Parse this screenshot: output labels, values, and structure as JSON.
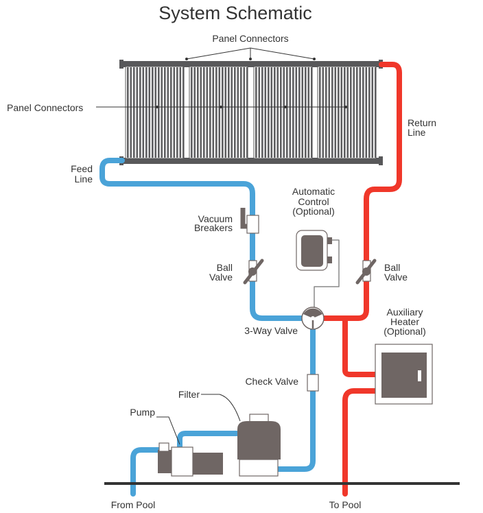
{
  "title": "System Schematic",
  "labels": {
    "panel_connectors_top": "Panel Connectors",
    "panel_connectors_left": "Panel Connectors",
    "return_line": [
      "Return",
      "Line"
    ],
    "feed_line": [
      "Feed",
      "Line"
    ],
    "automatic_control": [
      "Automatic",
      "Control",
      "(Optional)"
    ],
    "vacuum_breakers": [
      "Vacuum",
      "Breakers"
    ],
    "ball_valve_left": [
      "Ball",
      "Valve"
    ],
    "ball_valve_right": [
      "Ball",
      "Valve"
    ],
    "three_way_valve": "3-Way Valve",
    "auxiliary_heater": [
      "Auxiliary",
      "Heater",
      "(Optional)"
    ],
    "check_valve": "Check Valve",
    "filter": "Filter",
    "pump": "Pump",
    "from_pool": "From Pool",
    "to_pool": "To Pool"
  },
  "colors": {
    "cold_line": "#4aa3d8",
    "hot_line": "#f0372a",
    "equipment": "#6f6664",
    "panel": "#58585a",
    "text": "#333333"
  }
}
